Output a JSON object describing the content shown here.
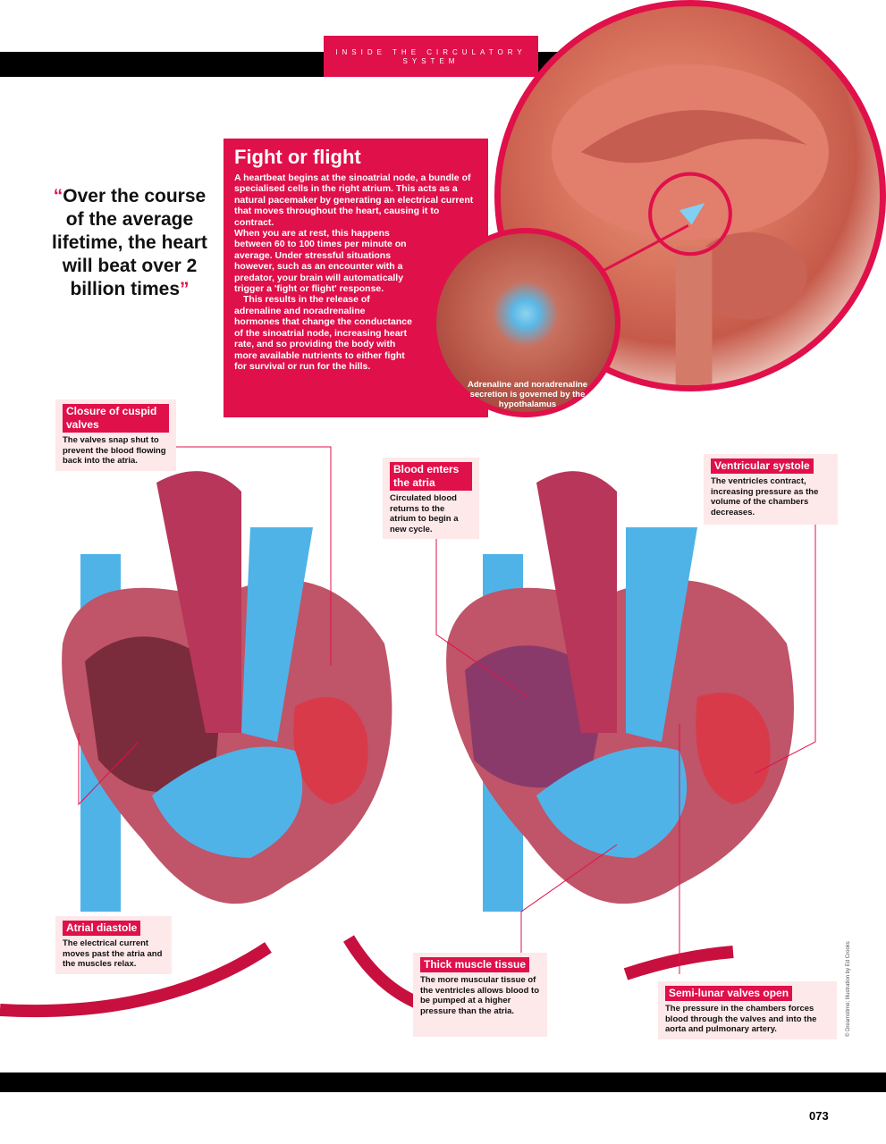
{
  "header": {
    "section_tag": "INSIDE THE CIRCULATORY SYSTEM"
  },
  "fact_box": {
    "title": "Fight or flight",
    "para1": "A heartbeat begins at the sinoatrial node, a bundle of specialised cells in the right atrium. This acts as a natural pacemaker by generating an electrical current that moves throughout the heart, causing it to contract.",
    "para2": "When you are at rest, this happens between 60 to 100 times per minute on average. Under stressful situations however, such as an encounter with a predator, your brain will automatically trigger a 'fight or flight' response.",
    "para3": "This results in the release of adrenaline and noradrenaline hormones that change the conductance of the sinoatrial node, increasing heart rate, and so providing the body with more available nutrients to either fight for survival or run for the hills."
  },
  "zoom_caption": "Adrenaline and noradrenaline secretion is governed by the hypothalamus",
  "quote": {
    "open": "“",
    "text": "Over the course of the average lifetime, the heart will beat over 2 billion times",
    "close": "”"
  },
  "labels": [
    {
      "title": "Closure of cuspid valves",
      "text": "The valves snap shut to prevent the blood flowing back into the atria."
    },
    {
      "title": "Blood enters the atria",
      "text": "Circulated blood returns to the atrium to begin a new cycle."
    },
    {
      "title": "Ventricular systole",
      "text": "The ventricles contract, increasing pressure as the volume of the chambers decreases."
    },
    {
      "title": "Atrial diastole",
      "text": "The electrical current moves past the atria and the muscles relax."
    },
    {
      "title": "Thick muscle tissue",
      "text": "The more muscular tissue of the ventricles allows blood to be pumped at a higher pressure than the atria."
    },
    {
      "title": "Semi-lunar valves open",
      "text": "The pressure in the chambers forces blood through the valves and into the aorta and pulmonary artery."
    }
  ],
  "credit": "© Dreamstime; Illustration by Ed Crooks",
  "page_number": "073",
  "colors": {
    "accent": "#e0104a",
    "label_bg": "#fde8ea",
    "blood_oxygenated": "#d83a4a",
    "blood_deoxygenated": "#4fb3e8"
  }
}
